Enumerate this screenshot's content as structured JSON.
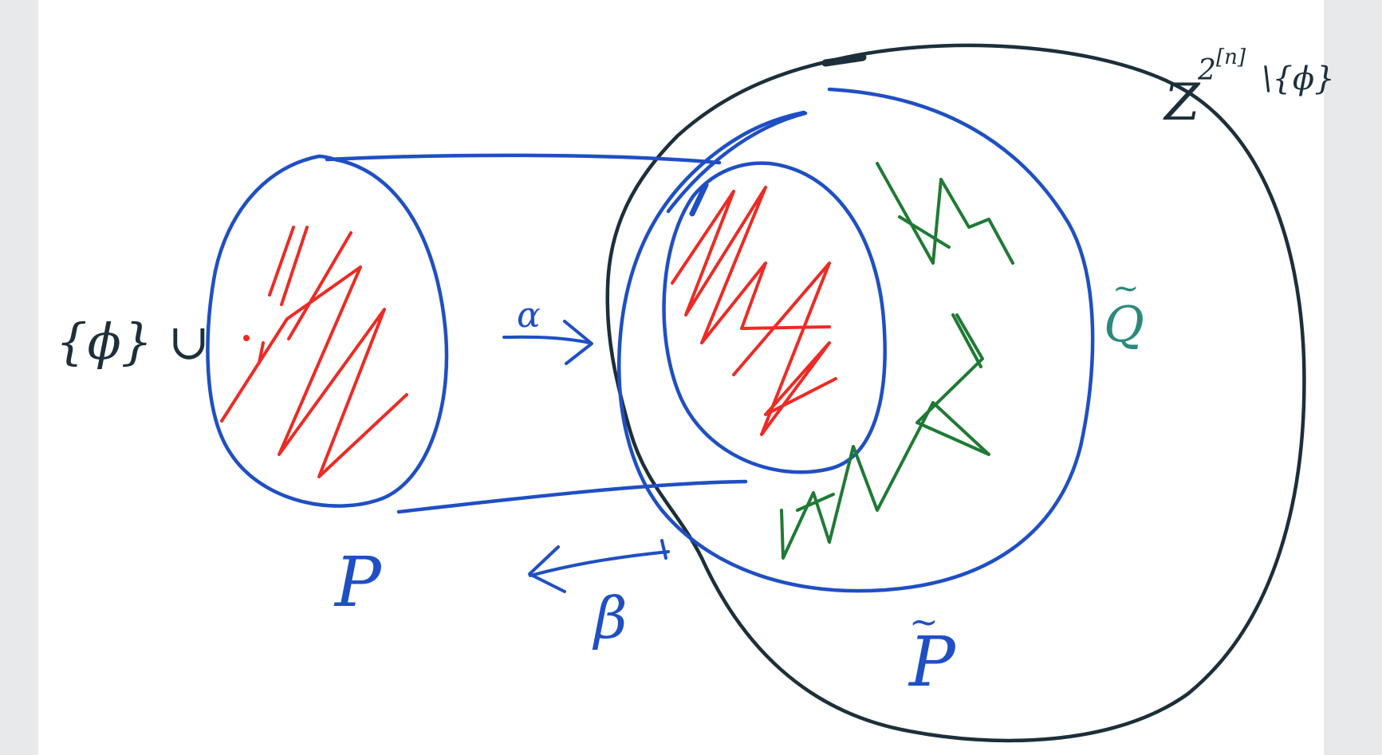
{
  "colors": {
    "background": "#e8e9ea",
    "whiteboard": "#ffffff",
    "blue_ink": "#1f4fc4",
    "red_ink": "#ee2a24",
    "green_ink": "#1e7a34",
    "dark_ink": "#1c2f3a",
    "teal_ink": "#2b8a7a"
  },
  "labels": {
    "left_set": "{ϕ} ∪",
    "outer_space": "Z",
    "outer_superscript": "2",
    "outer_bracket": "[n]",
    "outer_minus": "\\{ϕ}",
    "alpha": "α",
    "beta": "β",
    "P": "P",
    "P_tilde": "P",
    "P_tilde_mark": "~",
    "Q_tilde": "Q",
    "Q_tilde_mark": "~"
  }
}
